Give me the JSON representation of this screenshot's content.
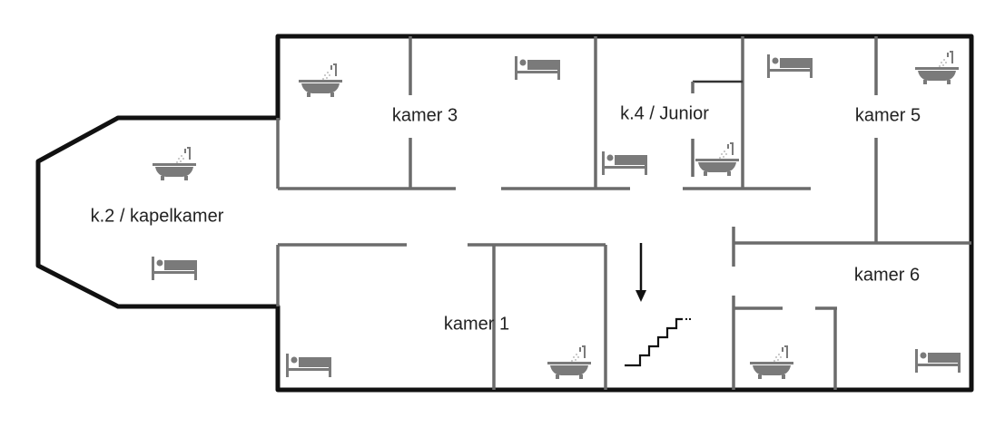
{
  "title": "Floor plan",
  "rooms": {
    "kamer3": "kamer 3",
    "junior": "k.4 / Junior",
    "kamer5": "kamer 5",
    "kapel": "k.2 / kapelkamer",
    "kamer1": "kamer 1",
    "kamer6": "kamer 6"
  },
  "icons": {
    "bath": "bathtub-icon",
    "bed": "bed-icon",
    "stairs": "stairs-icon",
    "arrow": "arrow-down-icon"
  },
  "colors": {
    "outer_wall": "#111111",
    "inner_wall": "#6b6b6b",
    "icon": "#7a7a7a"
  }
}
